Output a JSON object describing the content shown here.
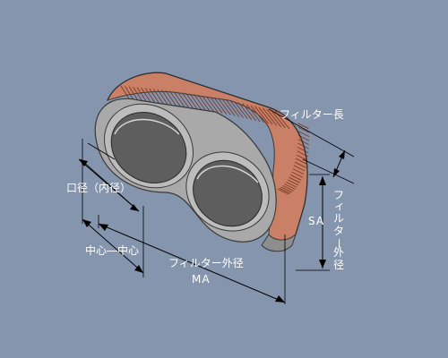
{
  "labels": {
    "filter_length": "フィルター長",
    "port_diameter": "口径（内径）",
    "center_to_center": "中心―中心",
    "filter_outer_diameter": "フィルター外径",
    "ma": "MA",
    "sa": "SA",
    "vertical_outer_diameter": [
      "フ",
      "ィ",
      "ル",
      "タ",
      "ー",
      "外",
      "径"
    ]
  },
  "colors": {
    "background": "#8595ad",
    "housing": "#a8a8a8",
    "housing_edge": "#3a3a3a",
    "filter_element": "#c98066",
    "filter_pleat": "#7a3a28",
    "bore": "#5e5e5e",
    "label_text": "#ffffff",
    "dimension_line": "#000000"
  }
}
